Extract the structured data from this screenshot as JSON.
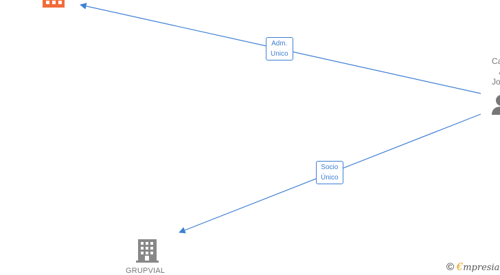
{
  "nodes": {
    "top_company": {
      "label": ""
    },
    "person": {
      "label_lines": [
        "Carb",
        "Alb",
        "Joan"
      ]
    },
    "bottom_company": {
      "label": "GRUPVIAL"
    }
  },
  "edges": [
    {
      "from": "person",
      "to": "top_company",
      "label_lines": [
        "Adm.",
        "Unico"
      ]
    },
    {
      "from": "person",
      "to": "bottom_company",
      "label_lines": [
        "Socio",
        "Único"
      ]
    }
  ],
  "watermark": {
    "copyright": "©",
    "brand_initial": "€",
    "brand_rest": "mpresia"
  },
  "colors": {
    "edge": "#3d7fd4",
    "highlight_company": "#f26b3a",
    "company": "#888888",
    "person": "#777777"
  }
}
